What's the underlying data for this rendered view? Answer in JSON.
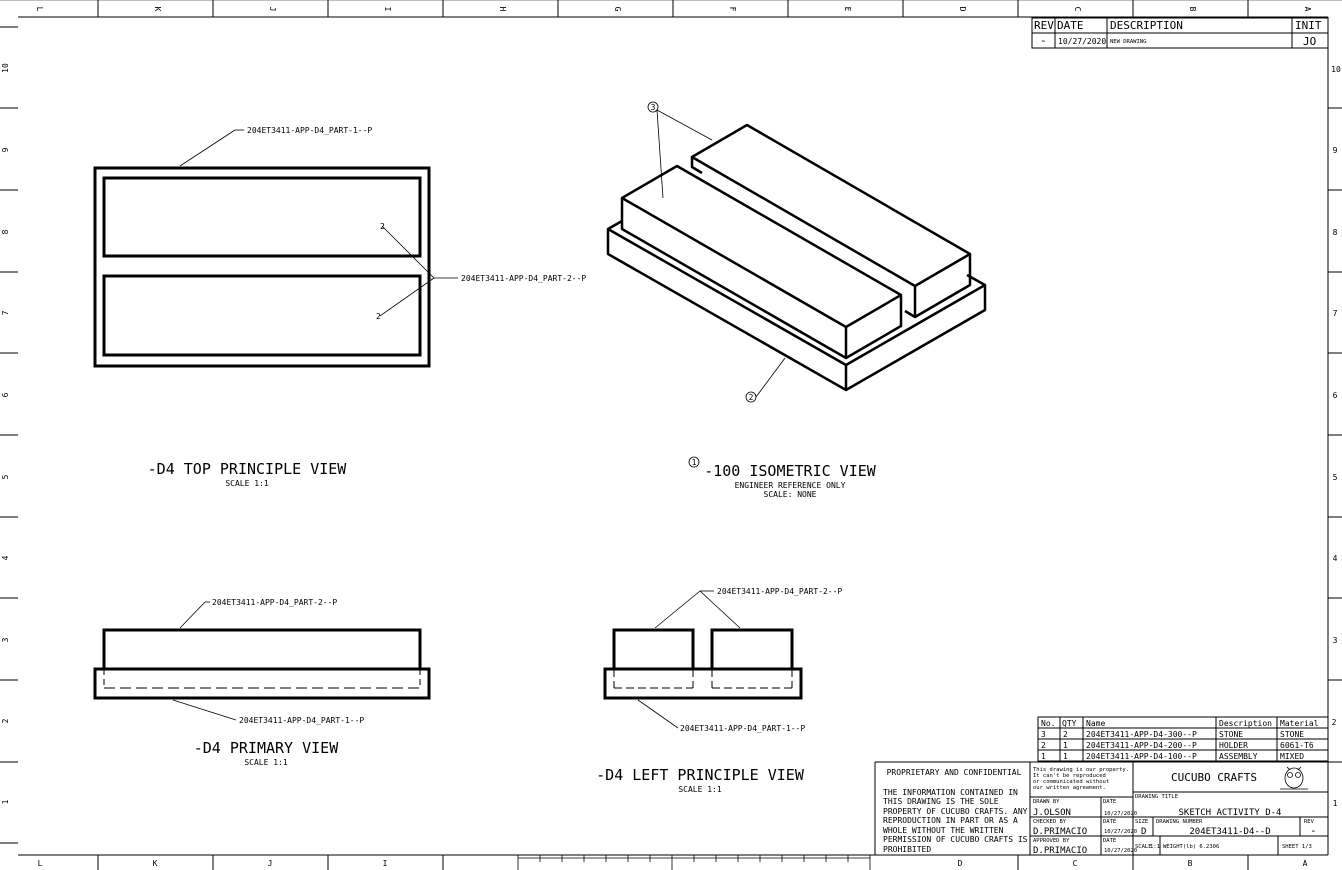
{
  "zones": {
    "top_letters": [
      "L",
      "K",
      "J",
      "I",
      "H",
      "G",
      "F",
      "E",
      "D",
      "C",
      "B",
      "A"
    ],
    "bottom_letters": [
      "L",
      "K",
      "J",
      "I",
      "D",
      "C",
      "B",
      "A"
    ],
    "left_numbers": [
      "10",
      "9",
      "8",
      "7",
      "6",
      "5",
      "4",
      "3",
      "2",
      "1"
    ],
    "right_numbers": [
      "10",
      "9",
      "8",
      "7",
      "6",
      "5",
      "4",
      "3",
      "2",
      "1"
    ]
  },
  "revision": {
    "headers": [
      "REV",
      "DATE",
      "DESCRIPTION",
      "INIT"
    ],
    "rows": [
      {
        "rev": "-",
        "date": "10/27/2020",
        "description": "NEW DRAWING",
        "init": "JO"
      }
    ]
  },
  "views": {
    "top": {
      "title": "-D4 TOP PRINCIPLE VIEW",
      "scale": "SCALE 1:1",
      "leader_part1": "204ET3411-APP-D4_PART-1--P",
      "leader_part2": "204ET3411-APP-D4_PART-2--P",
      "mark": "2"
    },
    "isometric": {
      "balloon": "1",
      "title": "-100 ISOMETRIC VIEW",
      "subtitle": "ENGINEER REFERENCE ONLY",
      "scale": "SCALE: NONE",
      "balloon_top": "3",
      "balloon_bottom": "2"
    },
    "primary": {
      "title": "-D4 PRIMARY VIEW",
      "scale": "SCALE 1:1",
      "leader_top": "204ET3411-APP-D4_PART-2--P",
      "leader_bottom": "204ET3411-APP-D4_PART-1--P"
    },
    "left": {
      "title": "-D4 LEFT PRINCIPLE VIEW",
      "scale": "SCALE 1:1",
      "leader_top": "204ET3411-APP-D4_PART-2--P",
      "leader_bottom": "204ET3411-APP-D4_PART-1--P"
    }
  },
  "bom": {
    "headers": [
      "No.",
      "QTY",
      "Name",
      "Description",
      "Material"
    ],
    "rows": [
      {
        "no": "3",
        "qty": "2",
        "name": "204ET3411-APP-D4-300--P",
        "desc": "STONE",
        "mat": "STONE"
      },
      {
        "no": "2",
        "qty": "1",
        "name": "204ET3411-APP-D4-200--P",
        "desc": "HOLDER",
        "mat": "6061-T6"
      },
      {
        "no": "1",
        "qty": "1",
        "name": "204ET3411-APP-D4-100--P",
        "desc": "ASSEMBLY",
        "mat": "MIXED"
      }
    ]
  },
  "notice": {
    "heading": "PROPRIETARY AND CONFIDENTIAL",
    "lines": [
      "THE INFORMATION CONTAINED IN",
      "THIS DRAWING IS THE SOLE",
      "PROPERTY OF CUCUBO CRAFTS. ANY",
      "REPRODUCTION IN PART OR AS A",
      "WHOLE WITHOUT THE WRITTEN",
      "PERMISSION OF CUCUBO CRAFTS IS",
      "PROHIBITED"
    ]
  },
  "title_block": {
    "property_lines": [
      "This drawing is our property.",
      "It can't be reproduced",
      "or communicated without",
      "our written agreement."
    ],
    "company": "CUCUBO CRAFTS",
    "drawn_by_label": "DRAWN BY",
    "drawn_by": "J.OLSON",
    "checked_by_label": "CHECKED BY",
    "checked_by": "D.PRIMACIO",
    "approved_by_label": "APPROVED BY",
    "approved_by": "D.PRIMACIO",
    "date_label": "DATE",
    "date_value": "10/27/2020",
    "drawing_title_label": "DRAWING TITLE",
    "drawing_title": "SKETCH ACTIVITY D-4",
    "size_label": "SIZE",
    "size": "D",
    "drawing_number_label": "DRAWING NUMBER",
    "drawing_number": "204ET3411-D4--D",
    "rev_label": "REV",
    "rev": "-",
    "scale_label": "SCALE",
    "scale": "1:1",
    "weight": "WEIGHT(lb) 6.2306",
    "sheet": "SHEET  1/3"
  }
}
